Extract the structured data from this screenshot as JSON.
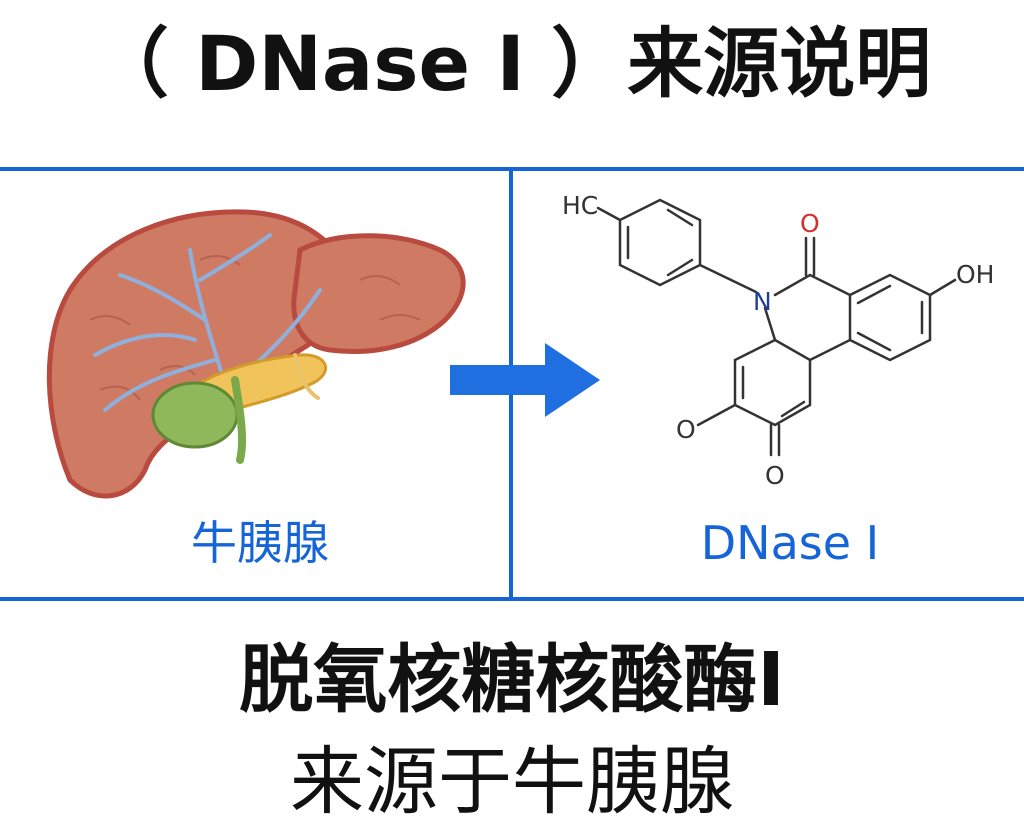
{
  "title": "（ DNase I ）来源说明",
  "panels": {
    "left": {
      "label": "牛胰腺"
    },
    "right": {
      "label": "DNase I",
      "molecule_atoms": {
        "methyl": "HC",
        "nitrogen": "N",
        "carbonyl_oxygen": "O",
        "hydroxyl": "OH",
        "oxy_left": "O",
        "ketone_oxygen": "O"
      }
    }
  },
  "bottom": {
    "line1": "脱氧核糖核酸酶I",
    "line2": "来源于牛胰腺"
  },
  "colors": {
    "frame_blue": "#1565d8",
    "caption_blue": "#1565d8",
    "arrow_blue": "#1f6fe0",
    "text_black": "#111111",
    "oxygen_red": "#d32f2f",
    "nitrogen_blue": "#1f3c99",
    "liver_fill": "#cf7a63",
    "liver_edge": "#b94a3f",
    "gallbladder": "#8fb85a",
    "pancreas": "#f0c45a",
    "duct_blue": "#8fb0dc"
  }
}
